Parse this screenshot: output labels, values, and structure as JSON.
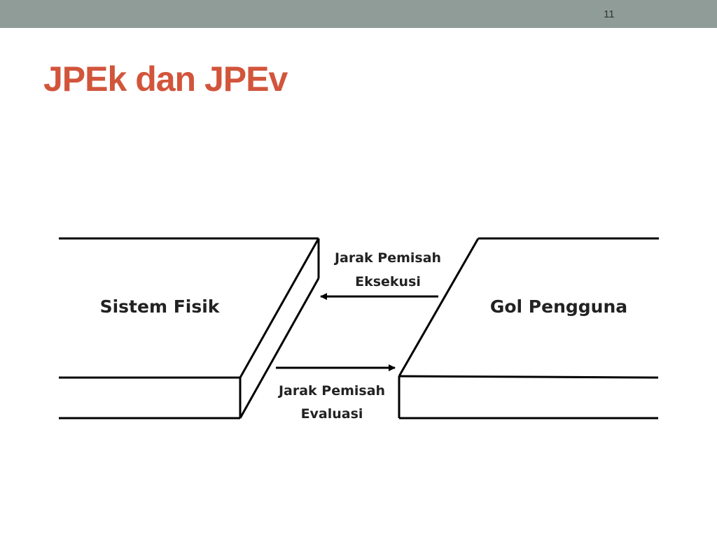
{
  "slide": {
    "number": "11",
    "title": "JPEk dan JPEv",
    "colors": {
      "top_bar": "#909c97",
      "title": "#d2553b"
    }
  },
  "diagram": {
    "left_block": "Sistem Fisik",
    "right_block": "Gol Pengguna",
    "execution_gap": {
      "line1": "Jarak Pemisah",
      "line2": "Eksekusi"
    },
    "evaluation_gap": {
      "line1": "Jarak Pemisah",
      "line2": "Evaluasi"
    }
  }
}
